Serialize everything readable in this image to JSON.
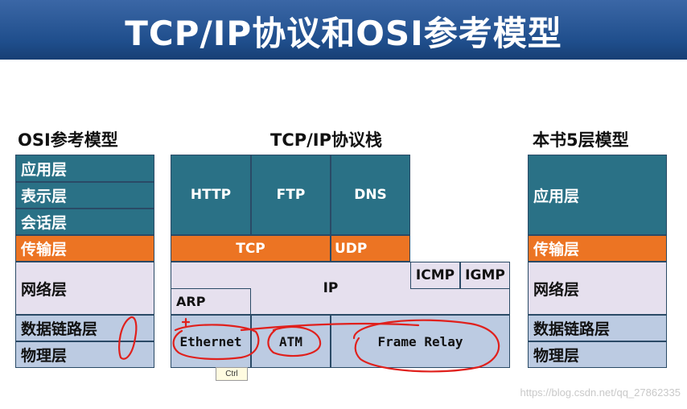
{
  "title": "TCP/IP协议和OSI参考模型",
  "osi": {
    "title": "OSI参考模型",
    "layers": [
      "应用层",
      "表示层",
      "会话层",
      "传输层",
      "网络层",
      "数据链路层",
      "物理层"
    ]
  },
  "tcpip": {
    "title": "TCP/IP协议栈",
    "http": "HTTP",
    "ftp": "FTP",
    "dns": "DNS",
    "tcp": "TCP",
    "udp": "UDP",
    "icmp": "ICMP",
    "igmp": "IGMP",
    "ip": "IP",
    "arp": "ARP",
    "ethernet": "Ethernet",
    "atm": "ATM",
    "frame_relay": "Frame Relay"
  },
  "book": {
    "title": "本书5层模型",
    "layers": [
      "应用层",
      "传输层",
      "网络层",
      "数据链路层",
      "物理层"
    ]
  },
  "tooltip": "Ctrl",
  "watermark": "https://blog.csdn.net/qq_27862335",
  "colors": {
    "header": "#1f4e8c",
    "teal": "#2a7186",
    "orange": "#ec7423",
    "lavender": "#e6e0ee",
    "light_blue": "#bccbe2",
    "annotation": "#e0201c"
  }
}
